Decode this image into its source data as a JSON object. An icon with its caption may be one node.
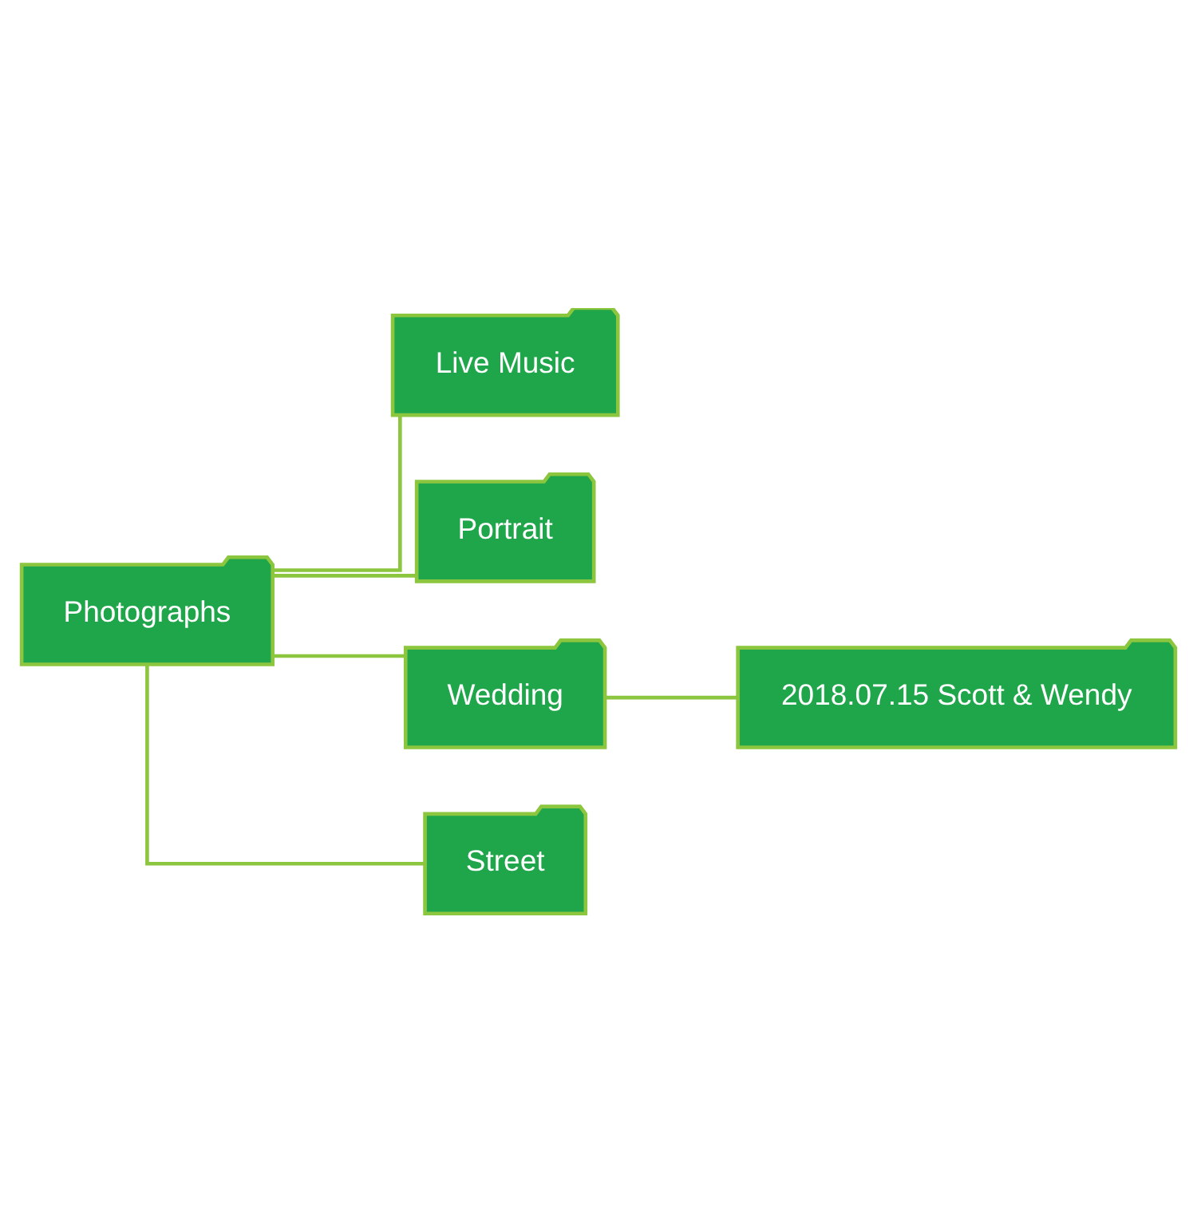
{
  "diagram": {
    "nodes": [
      {
        "text": [
          "Photographs"
        ]
      },
      {
        "text": [
          "Live Music"
        ]
      },
      {
        "text": [
          "Portrait"
        ]
      },
      {
        "text": [
          "Wedding"
        ]
      },
      {
        "text": [
          "Street"
        ]
      },
      {
        "text": [
          "2018.07.15 Scott & Wendy"
        ]
      }
    ],
    "edges": [
      {
        "from": 0,
        "to": 1,
        "arrow": "none"
      },
      {
        "from": 0,
        "to": 2,
        "arrow": "none"
      },
      {
        "from": 0,
        "to": 3,
        "arrow": "none"
      },
      {
        "from": 0,
        "to": 4,
        "arrow": "none"
      },
      {
        "from": 3,
        "to": 5,
        "arrow": "none"
      }
    ]
  }
}
